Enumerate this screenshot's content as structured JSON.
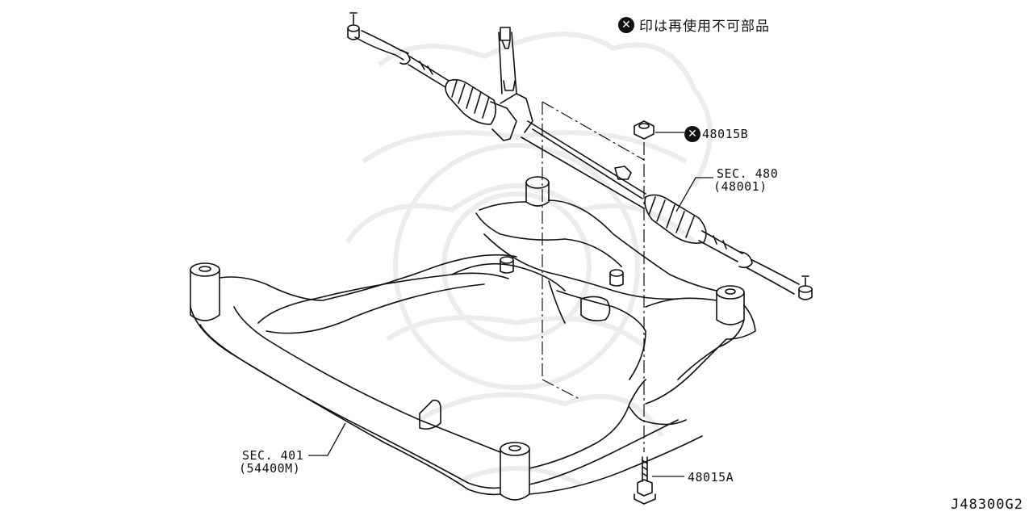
{
  "legend": {
    "badge_icon": "x-circle-icon",
    "text": "印は再使用不可部品"
  },
  "callouts": {
    "nut": {
      "badge_icon": "x-circle-icon",
      "part": "48015B"
    },
    "gear": {
      "sec": "SEC. 480",
      "sub": "(48001)"
    },
    "member": {
      "sec": "SEC. 401",
      "sub": "(54400M)"
    },
    "bolt": {
      "part": "48015A"
    }
  },
  "diagram_code": "J48300G2",
  "colors": {
    "line": "#111111",
    "watermark": "#ececec",
    "background": "#ffffff"
  }
}
